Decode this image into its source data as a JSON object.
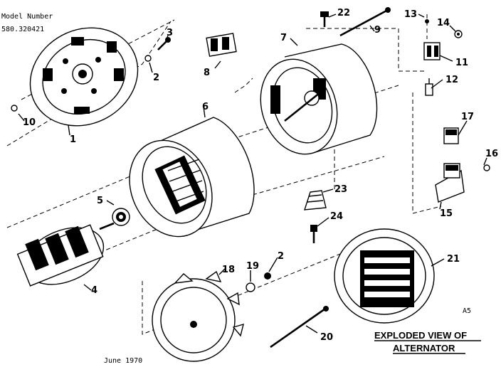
{
  "header": {
    "model_label": "Model Number",
    "model_number": "580.320421"
  },
  "footer": {
    "date": "June 1970",
    "corner_code": "A5"
  },
  "title": {
    "line1": "EXPLODED VIEW OF",
    "line2": "ALTERNATOR"
  },
  "callouts": {
    "c1": "1",
    "c2a": "2",
    "c2b": "2",
    "c3": "3",
    "c4": "4",
    "c5": "5",
    "c6": "6",
    "c7": "7",
    "c8": "8",
    "c9": "9",
    "c10": "10",
    "c11": "11",
    "c12": "12",
    "c13": "13",
    "c14": "14",
    "c15": "15",
    "c16": "16",
    "c17": "17",
    "c18": "18",
    "c19": "19",
    "c20": "20",
    "c21": "21",
    "c22": "22",
    "c23": "23",
    "c24": "24"
  }
}
